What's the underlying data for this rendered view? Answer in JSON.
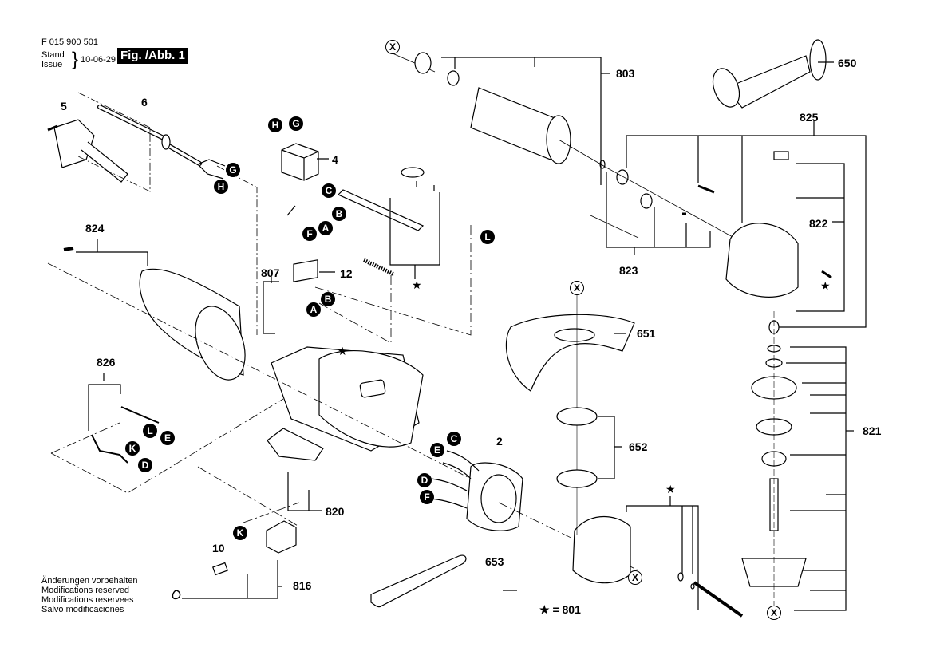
{
  "header": {
    "part_number": "F 015 900 501",
    "stand_label": "Stand",
    "issue_label": "Issue",
    "date": "10-06-29",
    "figure_label": "Fig. /Abb. 1"
  },
  "notes": [
    "Änderungen vorbehalten",
    "Modifications reserved",
    "Modifications reservees",
    "Salvo modificaciones"
  ],
  "legend": {
    "star_symbol": "★",
    "star_equals": "★ = 801"
  },
  "part_labels": {
    "p5": "5",
    "p6": "6",
    "p4": "4",
    "p12": "12",
    "p2": "2",
    "p10": "10",
    "p803": "803",
    "p650": "650",
    "p825": "825",
    "p822": "822",
    "p823": "823",
    "p824": "824",
    "p807": "807",
    "p826": "826",
    "p820": "820",
    "p816": "816",
    "p651": "651",
    "p652": "652",
    "p653": "653",
    "p821": "821"
  },
  "connector_labels": {
    "A": "A",
    "B": "B",
    "C": "C",
    "D": "D",
    "E": "E",
    "F": "F",
    "G": "G",
    "H": "H",
    "K": "K",
    "L": "L",
    "X": "X"
  },
  "stars": [
    "★",
    "★",
    "★",
    "★"
  ]
}
